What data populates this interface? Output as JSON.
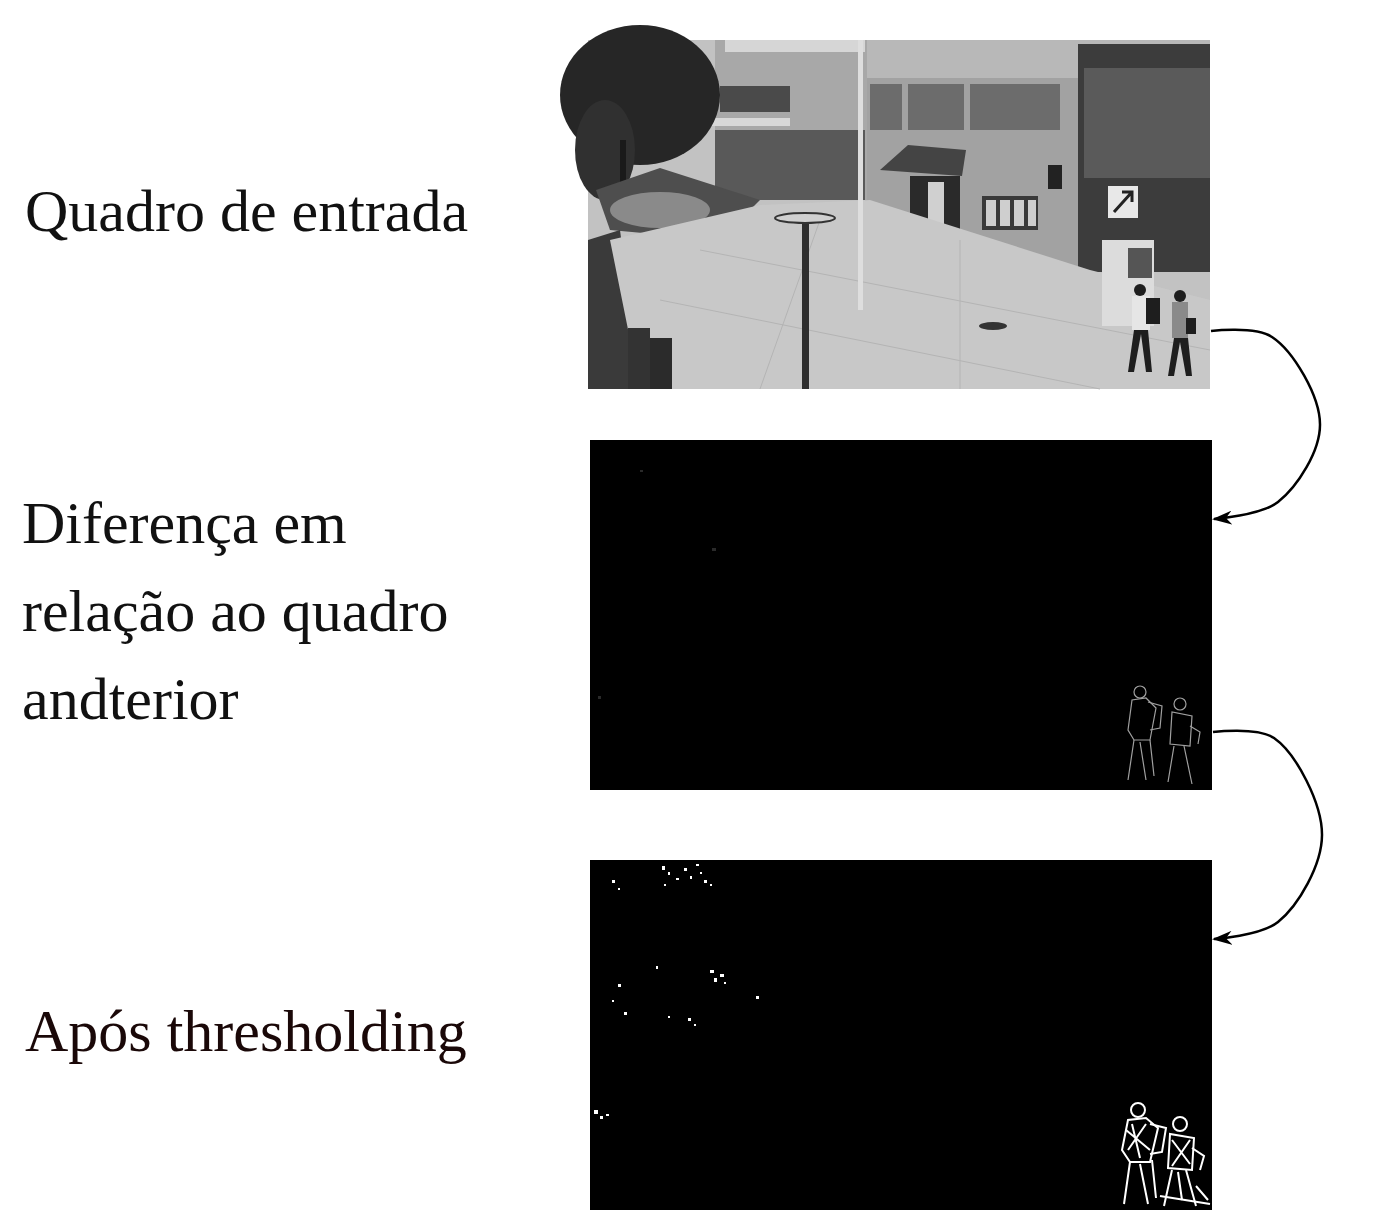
{
  "diagram": {
    "nodes": [
      {
        "text": [
          "Quadro de entrada"
        ]
      },
      {
        "text": [
          "Diferença em relação ao quadro andterior"
        ]
      },
      {
        "text": [
          "Após thresholding"
        ]
      }
    ],
    "edges": [
      {
        "from": 0,
        "to": 1,
        "arrow": "to"
      },
      {
        "from": 1,
        "to": 2,
        "arrow": "to"
      }
    ]
  }
}
